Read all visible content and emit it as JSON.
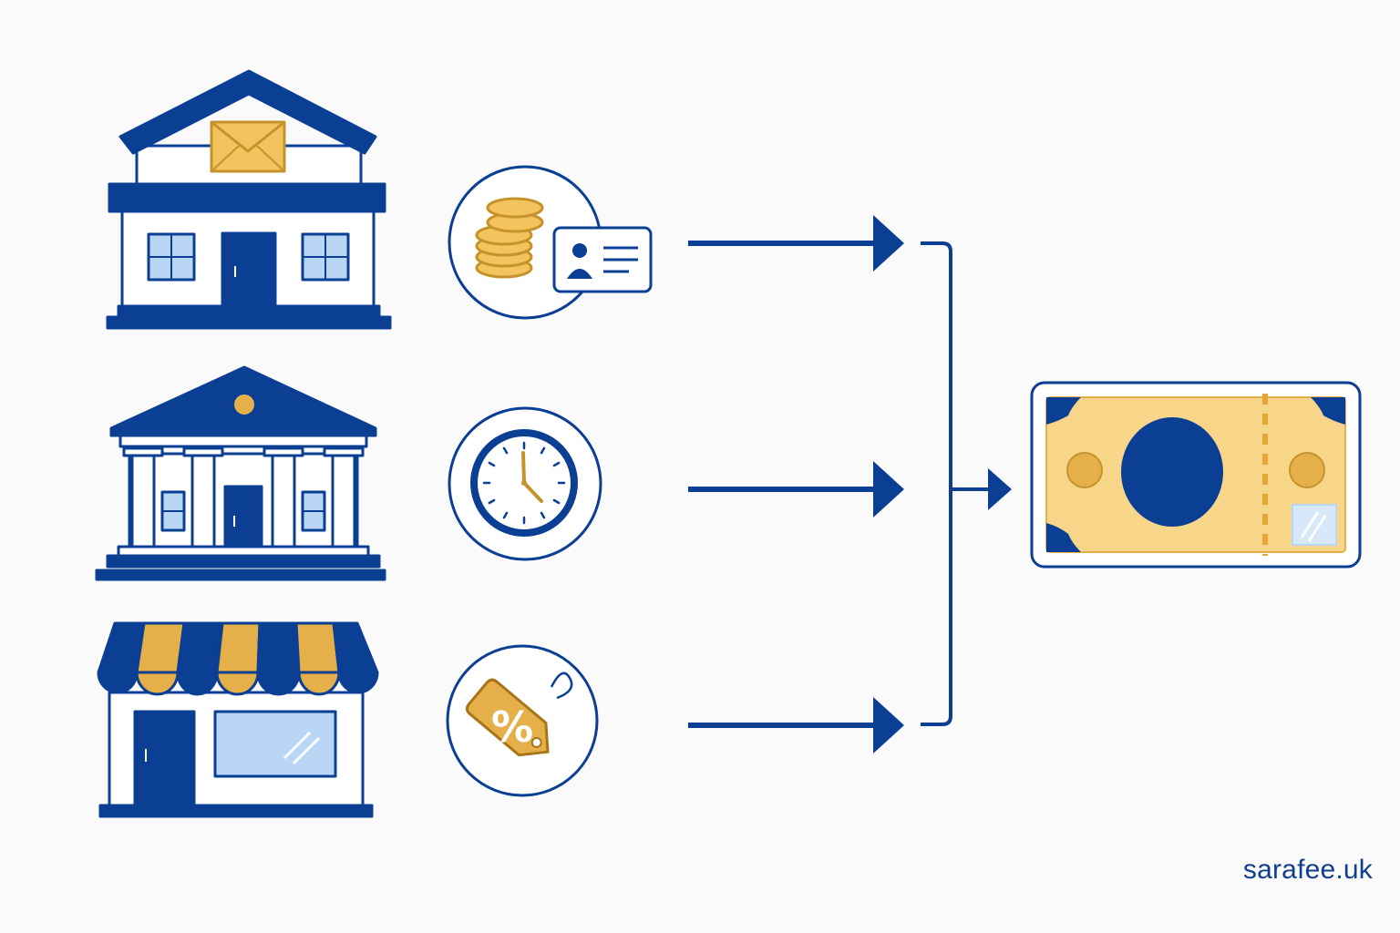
{
  "diagram": {
    "sources": [
      {
        "name": "post-office",
        "icon": "post-office-icon",
        "reason_icon": "coins-and-id-card-icon"
      },
      {
        "name": "bank",
        "icon": "bank-icon",
        "reason_icon": "clock-icon"
      },
      {
        "name": "shop",
        "icon": "shop-icon",
        "reason_icon": "discount-tag-icon"
      }
    ],
    "reason_tag_text": "%",
    "target_icon": "banknote-icon"
  },
  "colors": {
    "navy": "#0b3f94",
    "gold": "#e5b04a",
    "light_gold": "#f7d68a",
    "light_blue": "#b9d6f4",
    "background": "#fafafb"
  },
  "footer": {
    "brand": "sarafee.uk"
  }
}
